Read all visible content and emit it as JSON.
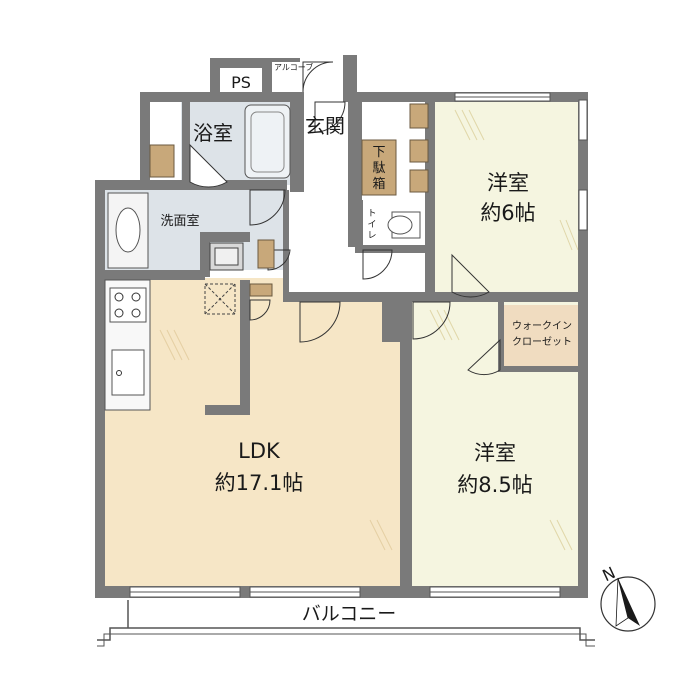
{
  "rooms": {
    "ps": "PS",
    "alcove": "アルコーブ",
    "bath": "浴室",
    "entrance": "玄関",
    "shoe_box": [
      "下",
      "駄",
      "箱"
    ],
    "toilet": [
      "ト",
      "イ",
      "レ"
    ],
    "washroom": "洗面室",
    "bedroom1": {
      "name": "洋室",
      "size": "約6帖"
    },
    "ldk": {
      "name": "LDK",
      "size": "約17.1帖"
    },
    "bedroom2": {
      "name": "洋室",
      "size": "約8.5帖"
    },
    "closet": [
      "ウォークイン",
      "クローゼット"
    ],
    "balcony": "バルコニー"
  },
  "compass": {
    "label": "N"
  },
  "colors": {
    "wall": "#7a7a7a",
    "ldk_floor": "#f6e6c6",
    "bedroom_floor": "#f5f5e0",
    "wet_floor": "#dde3e8",
    "closet_floor": "#f0dcc0",
    "fixture": "#c8a87a"
  }
}
